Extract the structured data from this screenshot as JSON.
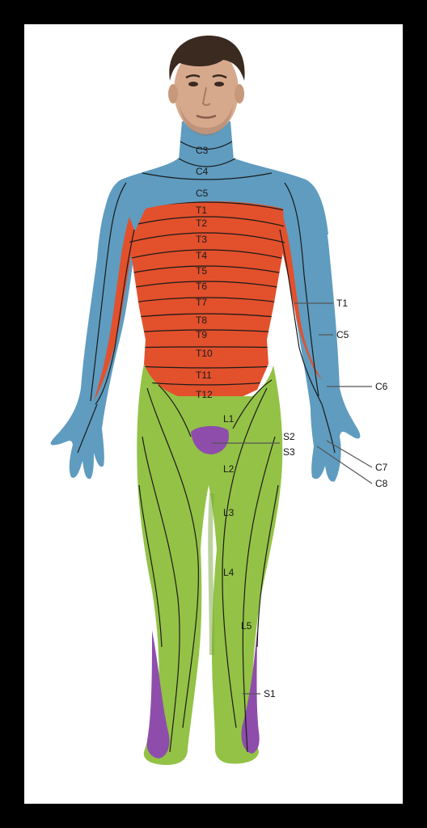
{
  "colors": {
    "cervical": "#5f9cc0",
    "thoracic": "#e3502c",
    "lumbar": "#93c246",
    "sacral": "#8e4dab",
    "background": "#000000",
    "panel": "#ffffff",
    "skin": "#d7a98c",
    "hair": "#3b2a20"
  },
  "body_labels": [
    "C3",
    "C4",
    "C5",
    "T1",
    "T2",
    "T3",
    "T4",
    "T5",
    "T6",
    "T7",
    "T8",
    "T9",
    "T10",
    "T11",
    "T12",
    "L1",
    "L2",
    "L3",
    "L4",
    "L5"
  ],
  "callouts": [
    "T1",
    "C5",
    "C6",
    "S2",
    "S3",
    "C7",
    "C8",
    "S1"
  ]
}
